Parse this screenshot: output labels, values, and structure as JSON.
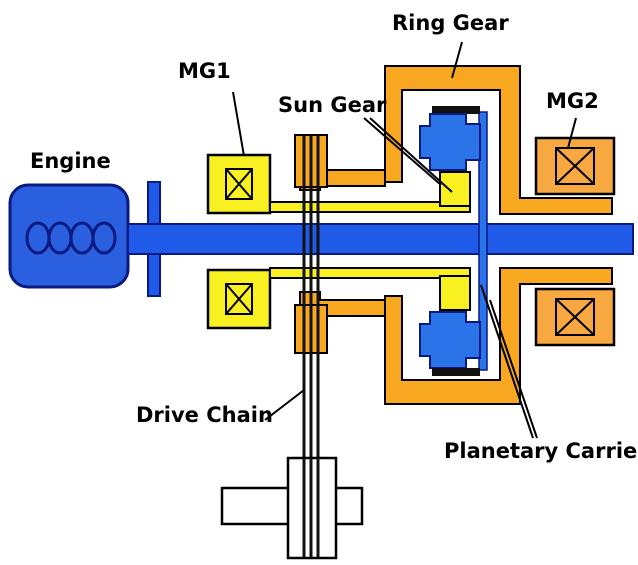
{
  "labels": {
    "engine": "Engine",
    "mg1": "MG1",
    "sun_gear": "Sun Gear",
    "ring_gear": "Ring Gear",
    "mg2": "MG2",
    "drive_chain": "Drive Chain",
    "planetary_carrier": "Planetary Carrier"
  },
  "colors": {
    "engine_blue": "#2a5fe0",
    "shaft_blue": "#1f5ae8",
    "outline": "#0a1a80",
    "orange": "#f8a820",
    "yellow": "#f8f020",
    "planet_blue": "#2b73e8",
    "stator_orange": "#f8a840",
    "dark": "#111111"
  }
}
